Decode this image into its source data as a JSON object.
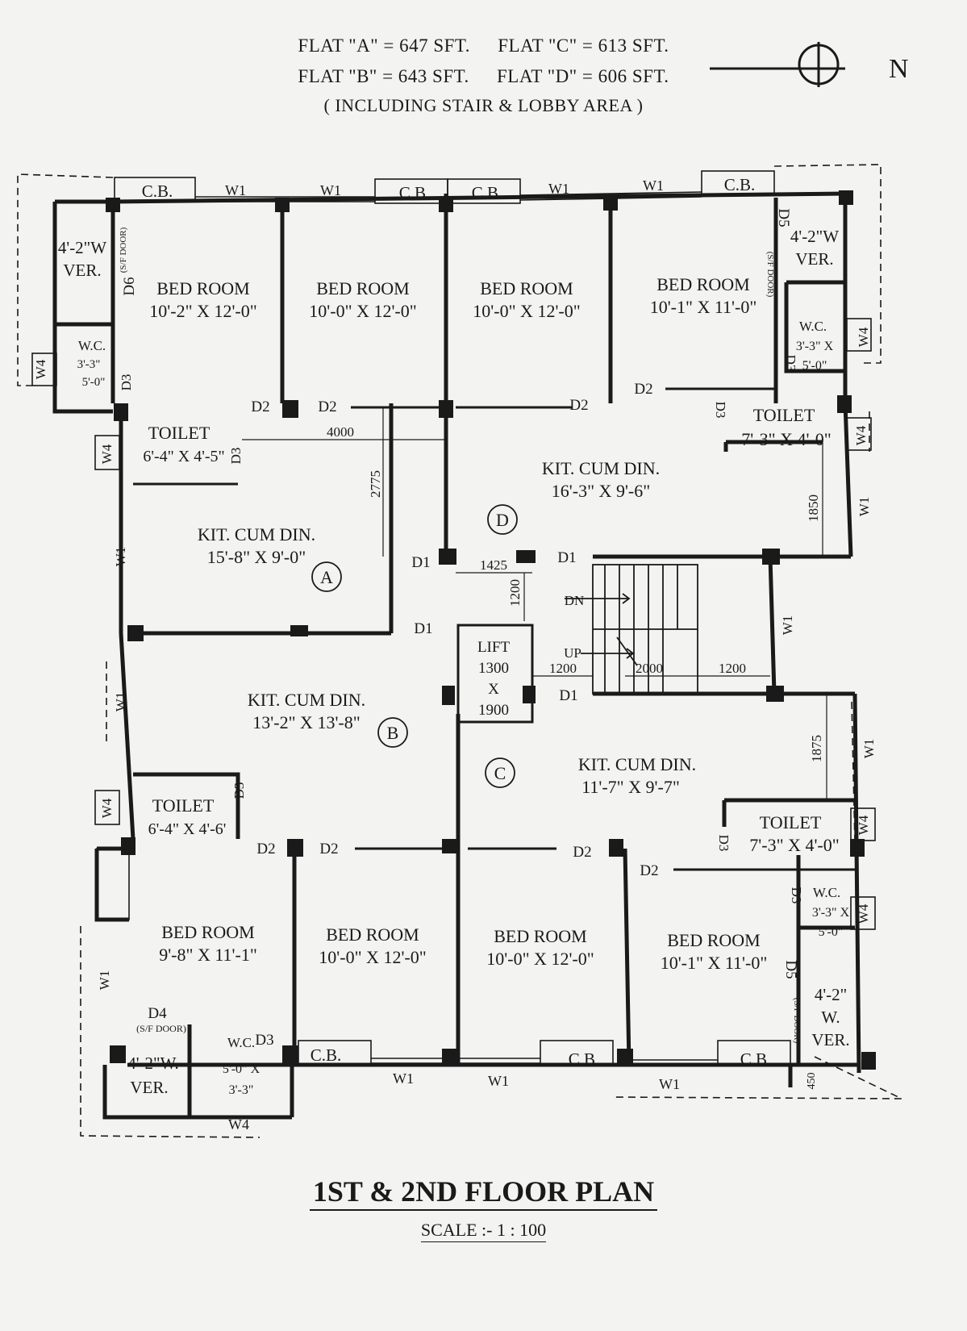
{
  "header": {
    "flat_a": "FLAT \"A\" = 647 SFT.",
    "flat_c": "FLAT \"C\" = 613 SFT.",
    "flat_b": "FLAT \"B\" = 643 SFT.",
    "flat_d": "FLAT \"D\" = 606 SFT.",
    "note": "( INCLUDING STAIR & LOBBY AREA )"
  },
  "north_label": "N",
  "title": "1ST & 2ND FLOOR PLAN",
  "scale": "SCALE :- 1 : 100",
  "flat_markers": [
    "A",
    "B",
    "C",
    "D"
  ],
  "rooms": {
    "bed": "BED ROOM",
    "kit": "KIT. CUM DIN.",
    "toilet": "TOILET",
    "wc": "W.C.",
    "lift": "LIFT",
    "stair_dn": "DN",
    "stair_up": "UP",
    "sf_door": "(S/F DOOR)",
    "top_bed_sizes": [
      "10'-2\" X 12'-0\"",
      "10'-0\" X 12'-0\"",
      "10'-0\" X 12'-0\"",
      "10'-1\" X 11'-0\""
    ],
    "bottom_bed_sizes": [
      "9'-8\" X 11'-1\"",
      "10'-0\" X 12'-0\"",
      "10'-0\" X 12'-0\"",
      "10'-1\" X 11'-0\""
    ],
    "kit_a_size": "15'-8\" X 9'-0\"",
    "kit_b_size": "13'-2\" X 13'-8\"",
    "kit_c_size": "11'-7\" X 9'-7\"",
    "kit_d_size": "16'-3\" X 9'-6\"",
    "toilet_a_size": "6'-4\" X 4'-5\"",
    "toilet_b_size": "6'-4\" X 4'-6'",
    "toilet_d_size": "7'-3\" X 4'-0\"",
    "toilet_c_size": "7'-3\" X 4'-0\"",
    "wc_tl": [
      "3'-3\"",
      "5'-0\""
    ],
    "wc_tr": [
      "3'-3\" X",
      "5'-0\""
    ],
    "wc_br": [
      "3'-3\" X",
      "5'-0\""
    ],
    "wc_bl": [
      "5'-0\" X",
      "3'-3\""
    ],
    "lift_size": [
      "1300",
      "X",
      "1900"
    ],
    "ver_tl": [
      "4'-2\"W",
      "VER."
    ],
    "ver_tr": [
      "4'-2\"W",
      "VER."
    ],
    "ver_bl": [
      "4'-2\"W.",
      "VER."
    ],
    "ver_br": [
      "4'-2\"",
      "W.",
      "VER."
    ]
  },
  "labels": {
    "cb": "C.B.",
    "w1": "W1",
    "w4": "W4",
    "d1": "D1",
    "d2": "D2",
    "d3": "D3",
    "d4": "D4",
    "d5": "D5",
    "d6": "D6"
  },
  "dims": [
    "4000",
    "2775",
    "1425",
    "1200",
    "1200",
    "2000",
    "1200",
    "1850",
    "1875",
    "450"
  ]
}
